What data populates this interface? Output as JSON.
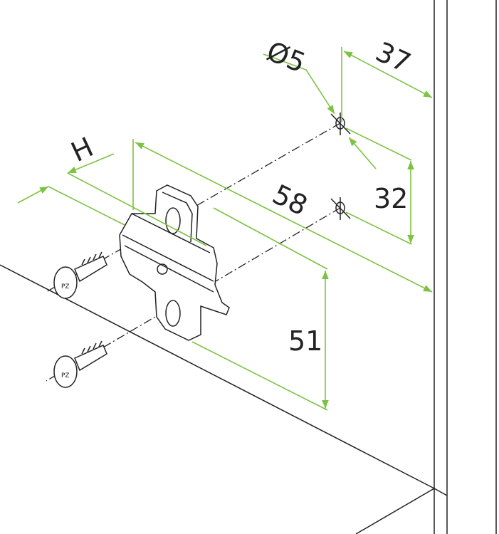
{
  "labels": {
    "hole_diameter": "Ø5",
    "edge_distance": "37",
    "plate_height": "H",
    "depth": "58",
    "hole_spacing": "32",
    "plate_offset": "51"
  },
  "colors": {
    "dimension": "#7dc242",
    "line": "#222222"
  }
}
